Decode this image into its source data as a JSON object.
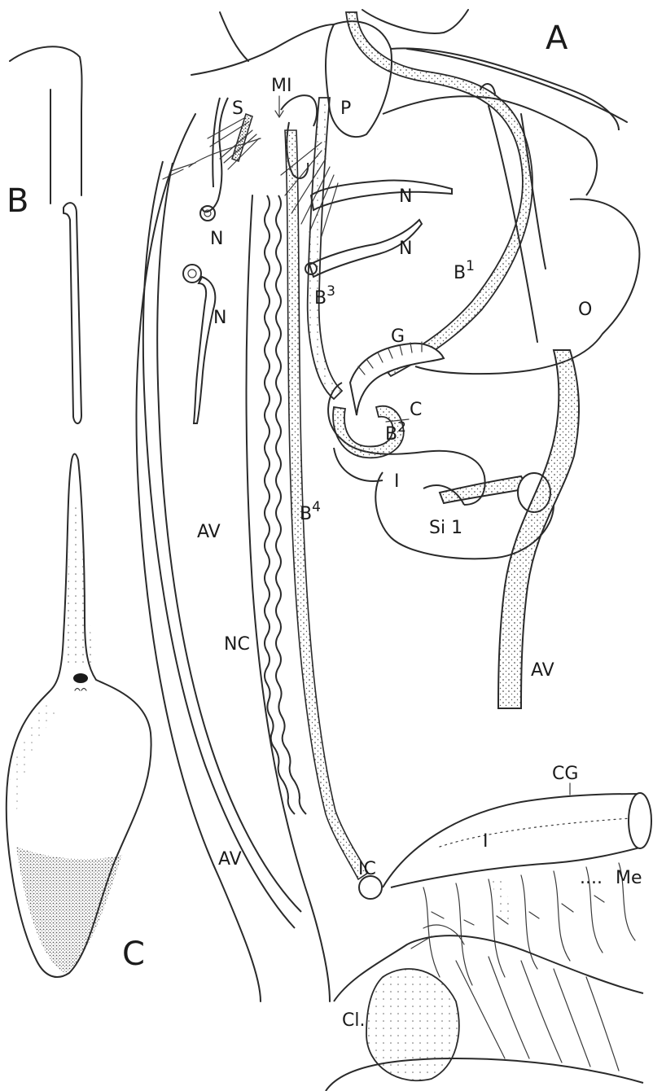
{
  "panels": {
    "a": "A",
    "b": "B",
    "c": "C"
  },
  "labels": {
    "mi": "MI",
    "s": "S",
    "p": "P",
    "n1": "N",
    "n2": "N",
    "n3": "N",
    "n4": "N",
    "b1": "B",
    "b1_sup": "1",
    "b2": "B",
    "b2_sup": "2",
    "b3": "B",
    "b3_sup": "3",
    "b4": "B",
    "b4_sup": "4",
    "o": "O",
    "g": "G",
    "c": "C",
    "i1": "I",
    "si1": "Si 1",
    "av1": "AV",
    "av2": "AV",
    "av3": "AV",
    "nc": "NC",
    "cg": "CG",
    "i2": "I",
    "ic": "IC",
    "me": "Me",
    "cl": "Cl."
  },
  "colors": {
    "ink": "#2a2a2a",
    "paper": "#ffffff",
    "stipple": "#555555"
  }
}
